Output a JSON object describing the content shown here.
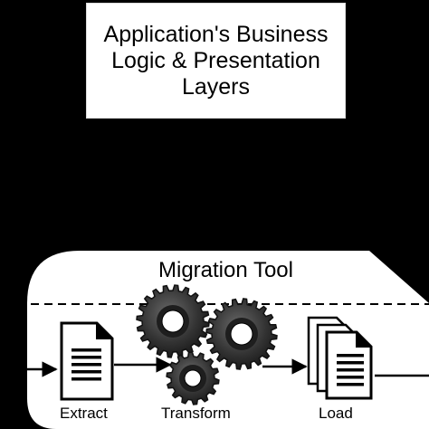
{
  "top_box": {
    "lines": [
      "Application's Business",
      "Logic & Presentation",
      "Layers"
    ]
  },
  "migration_tool": {
    "title": "Migration Tool",
    "steps": {
      "extract": "Extract",
      "transform": "Transform",
      "load": "Load"
    }
  },
  "icons": [
    "document-icon",
    "gear-icon",
    "stacked-documents-icon"
  ],
  "colors": {
    "background": "#000000",
    "box_fill": "#ffffff",
    "gear": "#3a3a3a"
  }
}
